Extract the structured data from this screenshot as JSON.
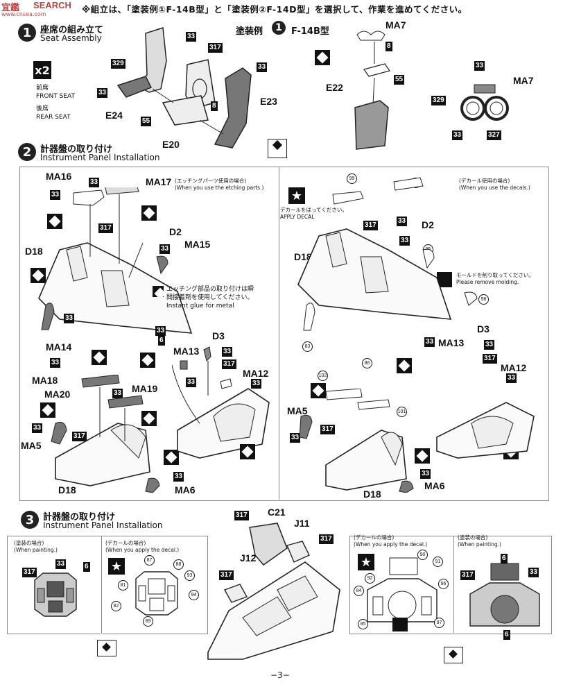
{
  "watermark": {
    "main": "SEARCH",
    "jp": "宜鑑",
    "url": "www.cnsea.com"
  },
  "top_note": "※組立は、「塗装例①F-14B型」と「塗装例②F-14D型」を選択して、作業を進めてください。",
  "step1": {
    "num": "1",
    "jp": "座席の組み立て",
    "en": "Seat Assembly",
    "x2": "x2",
    "front_jp": "前席",
    "front_en": "FRONT SEAT",
    "rear_jp": "後席",
    "rear_en": "REAR SEAT"
  },
  "paint1": {
    "label": "塗装例",
    "num": "1",
    "type": "F-14B型"
  },
  "step2": {
    "num": "2",
    "jp": "計器盤の取り付け",
    "en": "Instrument Panel Installation"
  },
  "step3": {
    "num": "3",
    "jp": "計器盤の取り付け",
    "en": "Instrument Panel Installation"
  },
  "etch_note": {
    "jp": "(エッチングパーツ使用の場合)",
    "en": "(When you use the etching parts.)"
  },
  "decal_note": {
    "jp": "(デカール使用の場合)",
    "en": "(When you use the decals.)"
  },
  "apply_decal": {
    "jp": "デカールをはってください。",
    "en": "APPLY DECAL"
  },
  "mold_note": {
    "jp": "モールドを削り取ってください。",
    "en": "Please remove molding."
  },
  "glue_note": {
    "jp1": "エッチング部品の取り付けは瞬",
    "jp2": "間接着剤を使用してください。",
    "en1": "Instant glue for metal"
  },
  "paint_note": {
    "jp": "(塗装の場合)",
    "en": "(When painting.)"
  },
  "decal_case": {
    "jp": "(デカールの場合)",
    "en": "(When you apply the decal.)"
  },
  "parts": {
    "E24": "E24",
    "E20": "E20",
    "E23": "E23",
    "MA7": "MA7",
    "E22": "E22",
    "MA16": "MA16",
    "MA17": "MA17",
    "D2": "D2",
    "MA15": "MA15",
    "D18": "D18",
    "MA14": "MA14",
    "MA18": "MA18",
    "MA20": "MA20",
    "MA19": "MA19",
    "MA5": "MA5",
    "MA6": "MA6",
    "MA13": "MA13",
    "D3": "D3",
    "MA12": "MA12",
    "C21": "C21",
    "J11": "J11",
    "J12": "J12"
  },
  "codes": {
    "c33": "33",
    "c317": "317",
    "c329": "329",
    "c55": "55",
    "c8": "8",
    "c327": "327",
    "c6": "6"
  },
  "decals": {
    "d99": "99",
    "d100": "100",
    "d95": "95",
    "d98": "98",
    "d83": "83",
    "d86": "86",
    "d102": "102",
    "d101": "101",
    "d87": "87",
    "d88": "88",
    "d93": "93",
    "d81": "81",
    "d94": "94",
    "d82": "82",
    "d89": "89",
    "d90": "90",
    "d91": "91",
    "d92": "92",
    "d96": "96",
    "d84": "84",
    "d85": "85",
    "d97": "97"
  },
  "page_number": "−3−"
}
